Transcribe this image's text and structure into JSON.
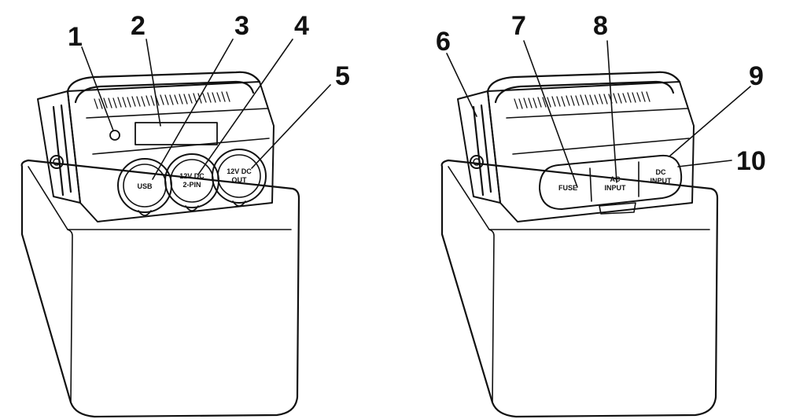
{
  "callouts": {
    "c1": "1",
    "c2": "2",
    "c3": "3",
    "c4": "4",
    "c5": "5",
    "c6": "6",
    "c7": "7",
    "c8": "8",
    "c9": "9",
    "c10": "10"
  },
  "ports": {
    "usb": "USB",
    "dc2pin_line1": "12V DC",
    "dc2pin_line2": "2-PIN",
    "dcout_line1": "12V DC",
    "dcout_line2": "OUT",
    "fuse": "FUSE",
    "acinput_line1": "AC",
    "acinput_line2": "INPUT",
    "dcinput_line1": "DC",
    "dcinput_line2": "INPUT"
  }
}
